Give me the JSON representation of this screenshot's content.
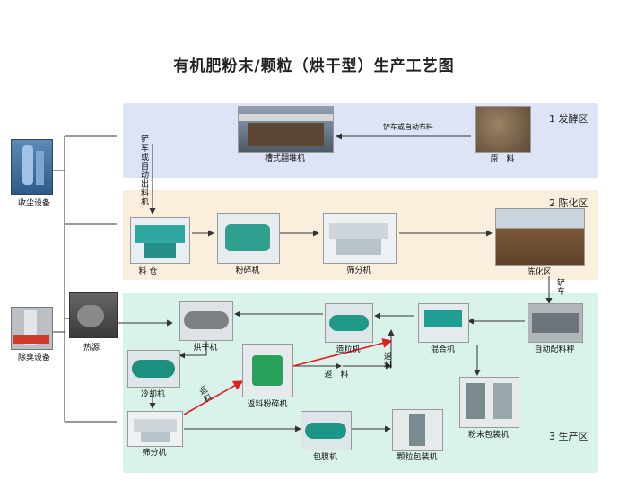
{
  "title": "有机肥粉末/颗粒（烘干型）生产工艺图",
  "zones": {
    "fermentation": "1 发酵区",
    "aging": "2 陈化区",
    "production": "3 生产区"
  },
  "equipment": {
    "dust_collector": "收尘设备",
    "deodorizer": "除臭设备",
    "heat_source": "热源",
    "turner": "槽式翻堆机",
    "raw_material": "原　料",
    "silo": "料 仓",
    "crusher": "粉碎机",
    "screen_aging": "筛分机",
    "aging_area": "陈化区",
    "batching_scale": "自动配料秤",
    "mixer": "混合机",
    "granulator": "造粒机",
    "dryer": "烘干机",
    "cooler": "冷却机",
    "return_crusher": "返料粉碎机",
    "screen_prod": "筛分机",
    "coater": "包膜机",
    "granule_packer": "颗粒包装机",
    "powder_packer": "粉末包装机"
  },
  "flow_labels": {
    "loader_or_spreader": "铲车或自动布料",
    "loader_or_auto_discharge": "铲车或自动出料机",
    "loader": "铲车",
    "return_material": "返　料",
    "return_vertical": "返料",
    "return_diag": "返料"
  },
  "colors": {
    "zone1_bg": "#dde4f5",
    "zone2_bg": "#faeedd",
    "zone3_bg": "#d9f3ea",
    "return_arrow": "#e02020",
    "line": "#333333"
  }
}
